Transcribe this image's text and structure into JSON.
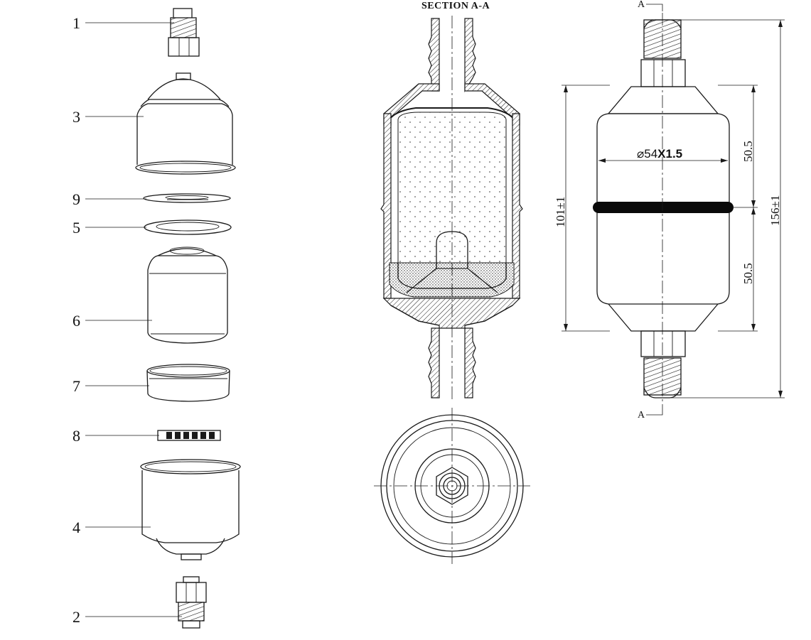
{
  "exploded_view": {
    "callouts": [
      {
        "id": "part-1",
        "label": "1"
      },
      {
        "id": "part-3",
        "label": "3"
      },
      {
        "id": "part-9",
        "label": "9"
      },
      {
        "id": "part-5",
        "label": "5"
      },
      {
        "id": "part-6",
        "label": "6"
      },
      {
        "id": "part-7",
        "label": "7"
      },
      {
        "id": "part-8",
        "label": "8"
      },
      {
        "id": "part-4",
        "label": "4"
      },
      {
        "id": "part-2",
        "label": "2"
      }
    ]
  },
  "section_view": {
    "title": "SECTION A-A"
  },
  "elevation_view": {
    "section_mark_top": "A",
    "section_mark_bottom": "A",
    "diameter_prefix": "⌀54",
    "diameter_suffix": "X1.5",
    "upper_half_length": "50.5",
    "lower_half_length": "50.5",
    "body_length": "101±1",
    "overall_length": "156±1"
  },
  "colors": {
    "line": "#1a1a1a",
    "band": "#0a0a0a",
    "background": "#ffffff"
  }
}
